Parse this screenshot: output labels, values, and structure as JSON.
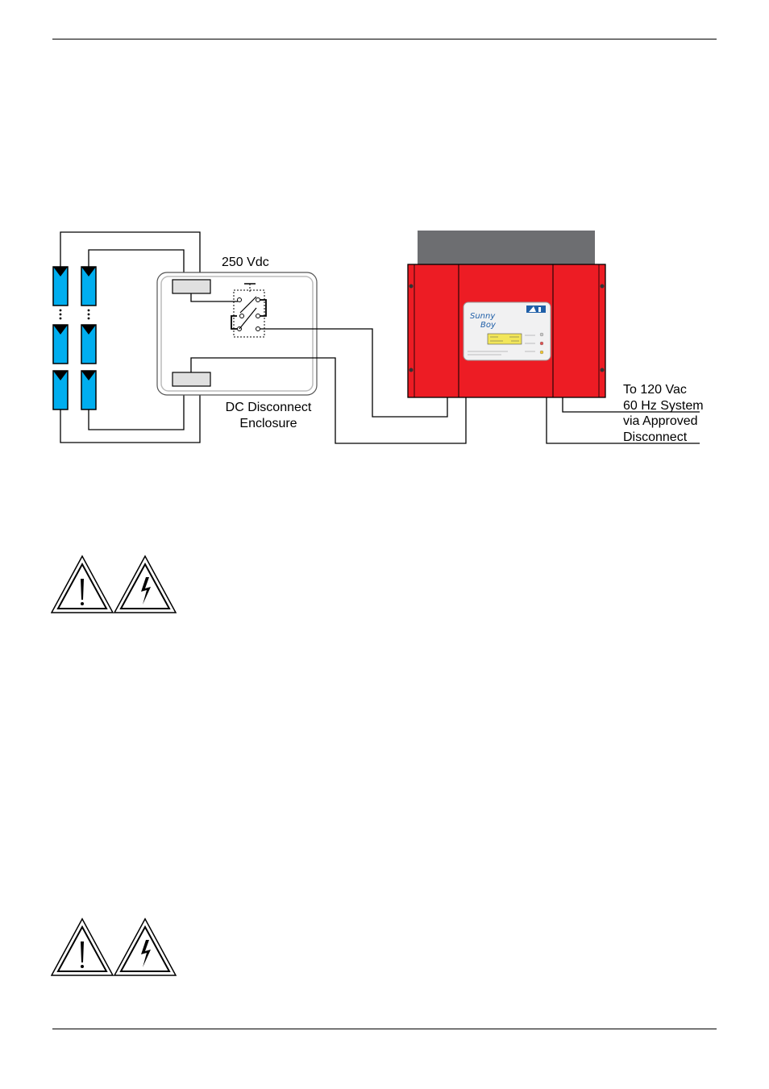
{
  "diagram": {
    "voltage_label": "250 Vdc",
    "enclosure_label_line1": "DC Disconnect",
    "enclosure_label_line2": "Enclosure",
    "output_label_line1": "To 120 Vac",
    "output_label_line2": "60 Hz System",
    "output_label_line3": "via Approved",
    "output_label_line4": "Disconnect"
  },
  "inverter": {
    "brand_line1": "Sunny",
    "brand_line2": "Boy"
  },
  "icons": {
    "warning_group_1": [
      "caution-exclamation-icon",
      "electric-shock-hazard-icon"
    ],
    "warning_group_2": [
      "caution-exclamation-icon",
      "electric-shock-hazard-icon"
    ]
  },
  "colors": {
    "inverter_body": "#ED1C24",
    "inverter_top": "#6D6E71",
    "pv_module": "#00AEEF",
    "lcd": "#F2E65A"
  }
}
